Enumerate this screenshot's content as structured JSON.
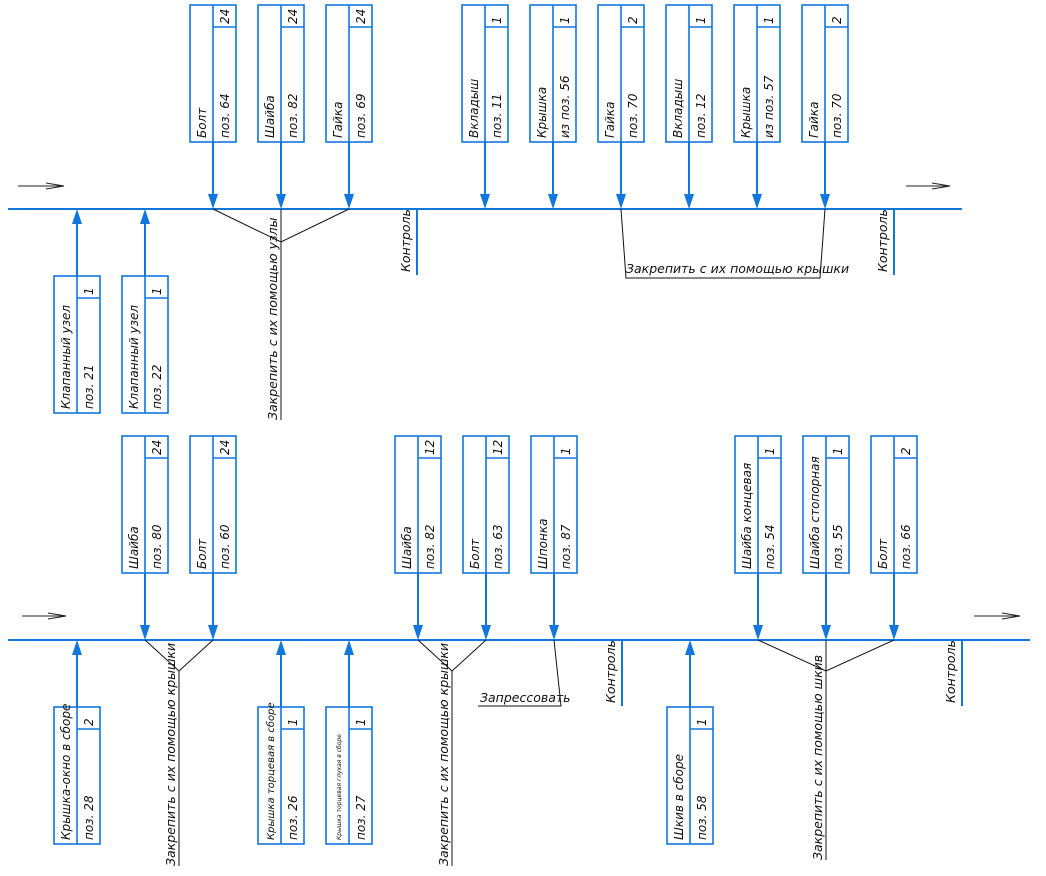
{
  "colors": {
    "line": "#1177dd",
    "text": "#111111",
    "background": "#ffffff"
  },
  "top_row": {
    "incoming": [
      {
        "name": "Болт",
        "pos": "поз. 64",
        "qty": "24"
      },
      {
        "name": "Шайба",
        "pos": "поз. 82",
        "qty": "24"
      },
      {
        "name": "Гайка",
        "pos": "поз. 69",
        "qty": "24"
      },
      {
        "name": "Вкладыш",
        "pos": "поз. 11",
        "qty": "1"
      },
      {
        "name": "Крышка",
        "pos": "из поз. 56",
        "qty": "1"
      },
      {
        "name": "Гайка",
        "pos": "поз. 70",
        "qty": "2"
      },
      {
        "name": "Вкладыш",
        "pos": "поз. 12",
        "qty": "1"
      },
      {
        "name": "Крышка",
        "pos": "из поз. 57",
        "qty": "1"
      },
      {
        "name": "Гайка",
        "pos": "поз. 70",
        "qty": "2"
      }
    ],
    "base": [
      {
        "name": "Клапанный узел",
        "pos": "поз. 21",
        "qty": "1"
      },
      {
        "name": "Клапанный узел",
        "pos": "поз. 22",
        "qty": "1"
      }
    ],
    "notes": {
      "fasten_nodes": "Закрепить с их помощью узлы",
      "control_1": "Контроль",
      "fasten_covers": "Закрепить с их помощью крышки",
      "control_2": "Контроль"
    }
  },
  "bottom_row": {
    "incoming": [
      {
        "name": "Шайба",
        "pos": "поз. 80",
        "qty": "24"
      },
      {
        "name": "Болт",
        "pos": "поз. 60",
        "qty": "24"
      },
      {
        "name": "Шайба",
        "pos": "поз. 82",
        "qty": "12"
      },
      {
        "name": "Болт",
        "pos": "поз. 63",
        "qty": "12"
      },
      {
        "name": "Шпонка",
        "pos": "поз. 87",
        "qty": "1"
      },
      {
        "name": "Шайба концевая",
        "pos": "поз. 54",
        "qty": "1"
      },
      {
        "name": "Шайба стопорная",
        "pos": "поз. 55",
        "qty": "1"
      },
      {
        "name": "Болт",
        "pos": "поз. 66",
        "qty": "2"
      }
    ],
    "base": [
      {
        "name": "Крышка-окно в сборе",
        "pos": "поз. 28",
        "qty": "2"
      },
      {
        "name": "Крышка торцевая в сборе",
        "pos": "поз. 26",
        "qty": "1"
      },
      {
        "name": "Крышка торцевая глухая в сборе",
        "pos": "поз. 27",
        "qty": "1"
      },
      {
        "name": "Шкив в сборе",
        "pos": "поз. 58",
        "qty": "1"
      }
    ],
    "notes": {
      "fasten_covers_1": "Закрепить с их помощью крышки",
      "fasten_covers_2": "Закрепить с их помощью крышки",
      "press": "Запрессовать",
      "control_1": "Контроль",
      "fasten_pulley": "Закрепить с их помощью шкив",
      "control_2": "Контроль"
    }
  }
}
